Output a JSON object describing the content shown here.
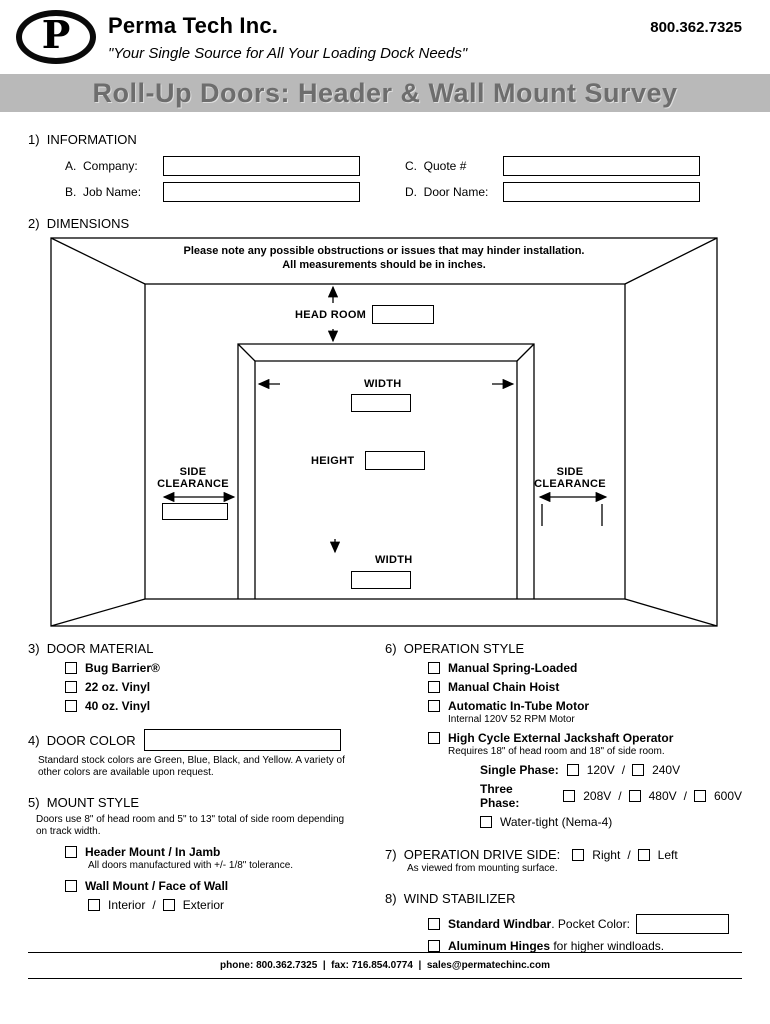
{
  "header": {
    "company": "Perma Tech Inc.",
    "tagline": "\"Your Single Source for All Your Loading Dock Needs\"",
    "phone": "800.362.7325",
    "logo_letter": "P"
  },
  "banner": {
    "title": "Roll-Up Doors: Header & Wall Mount Survey"
  },
  "info": {
    "heading": "1)  INFORMATION",
    "fields": {
      "company": "A.  Company:",
      "job_name": "B.  Job Name:",
      "quote": "C.  Quote #",
      "door_name": "D.  Door Name:"
    }
  },
  "dimensions": {
    "heading": "2)  DIMENSIONS",
    "note1": "Please note any possible obstructions or issues that may hinder installation.",
    "note2": "All measurements should be in inches.",
    "head_room": "HEAD ROOM",
    "width_top": "WIDTH",
    "height": "HEIGHT",
    "side1": "SIDE",
    "side2": "CLEARANCE",
    "width_bottom": "WIDTH"
  },
  "material": {
    "heading": "3)  DOOR MATERIAL",
    "options": [
      "Bug Barrier®",
      "22 oz. Vinyl",
      "40 oz. Vinyl"
    ]
  },
  "color": {
    "heading": "4)  DOOR COLOR",
    "note1": "Standard stock colors are Green, Blue, Black, and Yellow.  A variety of",
    "note2": "other colors are available upon request."
  },
  "mount": {
    "heading": "5)  MOUNT STYLE",
    "note1": "Doors use 8\" of head room and 5\" to 13\" total of side room depending",
    "note2": "on track width.",
    "header_mount": "Header Mount / In Jamb",
    "header_note": "All doors manufactured with +/- 1/8\" tolerance.",
    "wall_mount": "Wall Mount / Face of Wall",
    "interior": "Interior",
    "slash": "/",
    "exterior": "Exterior"
  },
  "operation": {
    "heading": "6)  OPERATION STYLE",
    "spring": "Manual Spring-Loaded",
    "chain": "Manual Chain Hoist",
    "intube": "Automatic In-Tube Motor",
    "intube_note": "Internal 120V 52 RPM Motor",
    "jackshaft": "High Cycle External Jackshaft Operator",
    "jackshaft_note": "Requires 18\" of head room and 18\" of side room.",
    "single_phase": "Single Phase:",
    "v120": "120V",
    "v240": "240V",
    "three_phase": "Three Phase:",
    "v208": "208V",
    "v480": "480V",
    "v600": "600V",
    "watertight": "Water-tight (Nema-4)",
    "slash": "/"
  },
  "drive": {
    "heading": "7)  OPERATION DRIVE SIDE:",
    "right": "Right",
    "slash": "/",
    "left": "Left",
    "note": "As viewed from mounting surface."
  },
  "wind": {
    "heading": "8)  WIND STABILIZER",
    "windbar": "Standard Windbar",
    "windbar_rest": ". Pocket Color:",
    "hinges": "Aluminum Hinges",
    "hinges_rest": " for higher windloads."
  },
  "footer": {
    "text": "phone: 800.362.7325  |  fax: 716.854.0774  |  sales@permatechinc.com"
  }
}
